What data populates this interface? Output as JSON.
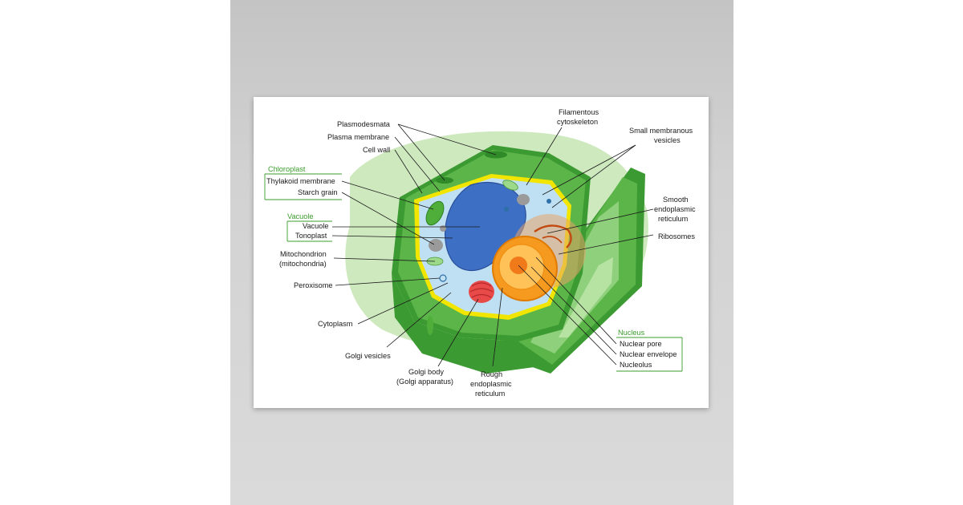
{
  "labels": {
    "plasmodesmata": "Plasmodesmata",
    "plasma_membrane": "Plasma membrane",
    "cell_wall": "Cell wall",
    "chloroplast_group": "Chloroplast",
    "thylakoid_membrane": "Thylakoid membrane",
    "starch_grain": "Starch grain",
    "vacuole_group": "Vacuole",
    "vacuole": "Vacuole",
    "tonoplast": "Tonoplast",
    "mitochondrion_1": "Mitochondrion",
    "mitochondrion_2": "(mitochondria)",
    "peroxisome": "Peroxisome",
    "cytoplasm": "Cytoplasm",
    "golgi_vesicles": "Golgi vesicles",
    "golgi_body_1": "Golgi body",
    "golgi_body_2": "(Golgi apparatus)",
    "rough_er_1": "Rough",
    "rough_er_2": "endoplasmic",
    "rough_er_3": "reticulum",
    "filamentous_1": "Filamentous",
    "filamentous_2": "cytoskeleton",
    "small_vesicles_1": "Small membranous",
    "small_vesicles_2": "vesicles",
    "smooth_er_1": "Smooth",
    "smooth_er_2": "endoplasmic",
    "smooth_er_3": "reticulum",
    "ribosomes": "Ribosomes",
    "nucleus_group": "Nucleus",
    "nuclear_pore": "Nuclear pore",
    "nuclear_envelope": "Nuclear envelope",
    "nucleolus": "Nucleolus"
  },
  "colors": {
    "group_label": "#3a9c2c",
    "cell_wall": "#5cb548",
    "cell_wall_dark": "#3c9a32",
    "background_blob": "#cfe9bf",
    "plasma_membrane": "#f2e600",
    "cytoplasm": "#bfe0f2",
    "vacuole": "#3d6fc4",
    "nucleus": "#f59a1e",
    "golgi": "#e84a4a"
  }
}
